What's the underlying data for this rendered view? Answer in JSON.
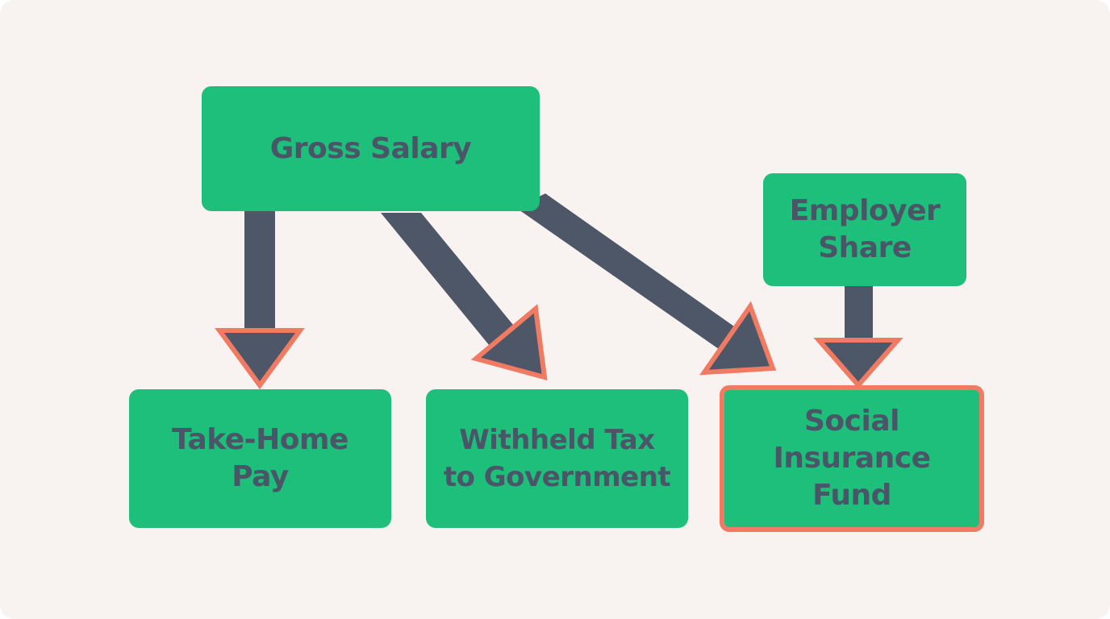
{
  "colors": {
    "background": "#f8f3f0",
    "node_fill": "#1dbf7a",
    "node_text": "#4a5568",
    "arrow": "#4e5768",
    "accent_outline": "#f07a62"
  },
  "nodes": {
    "gross_salary": "Gross Salary",
    "employer_share": "Employer\nShare",
    "take_home_pay": "Take-Home\nPay",
    "withheld_tax": "Withheld Tax\nto Government",
    "social_insurance_fund": "Social\nInsurance\nFund"
  },
  "highlighted_node": "social_insurance_fund",
  "edges": [
    {
      "from": "gross_salary",
      "to": "take_home_pay"
    },
    {
      "from": "gross_salary",
      "to": "withheld_tax"
    },
    {
      "from": "gross_salary",
      "to": "social_insurance_fund"
    },
    {
      "from": "employer_share",
      "to": "social_insurance_fund"
    }
  ]
}
